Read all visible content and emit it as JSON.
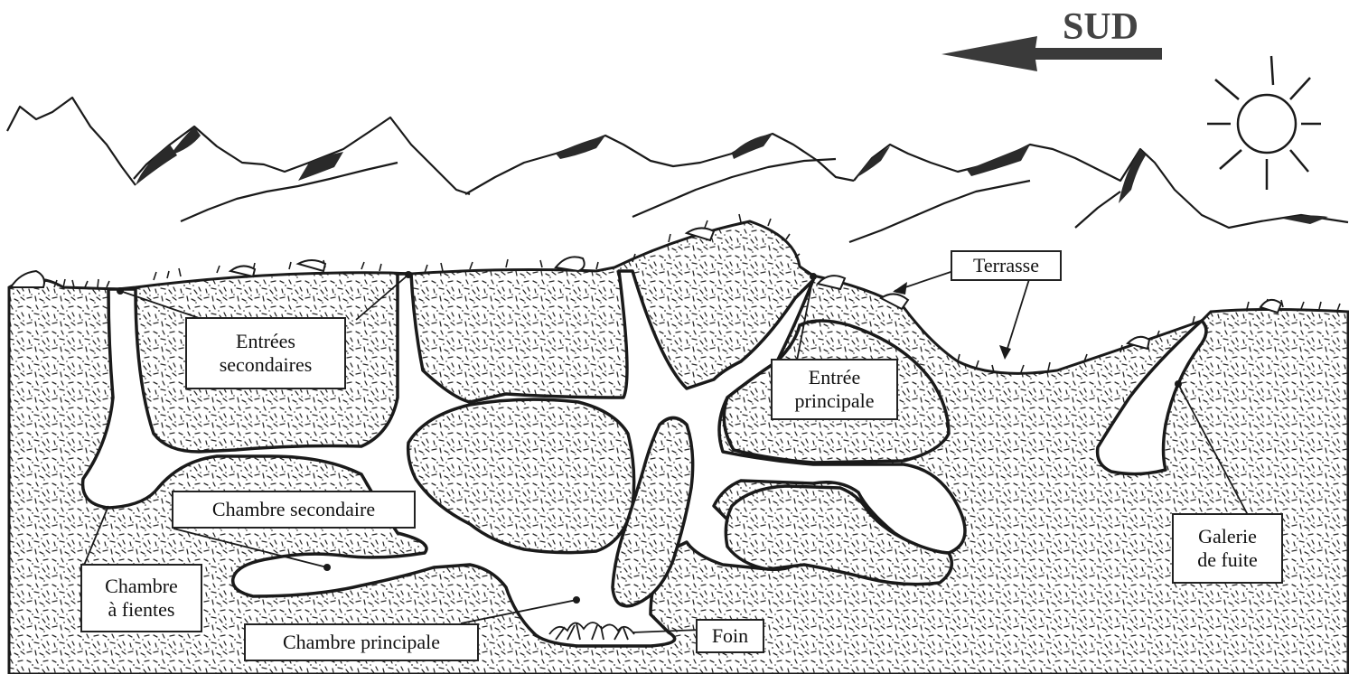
{
  "compass": {
    "label": "SUD"
  },
  "labels": {
    "entrees_secondaires": {
      "line1": "Entrées",
      "line2": "secondaires"
    },
    "terrasse": "Terrasse",
    "entree_principale": {
      "line1": "Entrée",
      "line2": "principale"
    },
    "chambre_secondaire": "Chambre secondaire",
    "chambre_a_fientes": {
      "line1": "Chambre",
      "line2": "à fientes"
    },
    "chambre_principale": "Chambre principale",
    "foin": "Foin",
    "galerie_de_fuite": {
      "line1": "Galerie",
      "line2": "de fuite"
    }
  },
  "colors": {
    "ink": "#1a1a1a",
    "paper": "#ffffff",
    "soil_speckle": "#2a2a2a"
  }
}
